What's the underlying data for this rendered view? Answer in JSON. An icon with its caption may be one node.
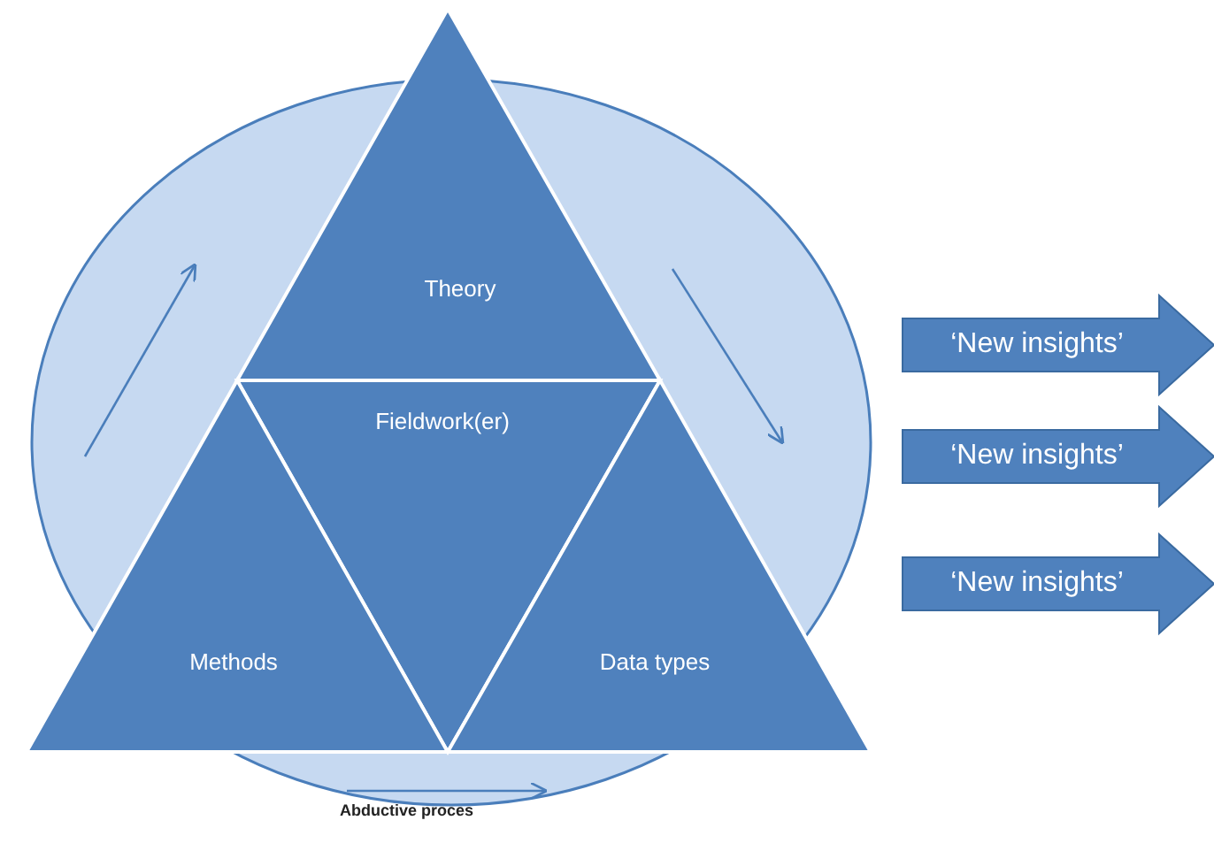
{
  "diagram": {
    "nodes": [
      {
        "text": [
          "Theory"
        ]
      },
      {
        "text": [
          "Fieldwork(er)"
        ]
      },
      {
        "text": [
          "Methods"
        ]
      },
      {
        "text": [
          "Data types"
        ]
      },
      {
        "text": [
          "‘New insights’"
        ]
      },
      {
        "text": [
          "‘New insights’"
        ]
      },
      {
        "text": [
          "‘New insights’"
        ]
      }
    ],
    "labels": [
      "Abductive proces"
    ]
  }
}
